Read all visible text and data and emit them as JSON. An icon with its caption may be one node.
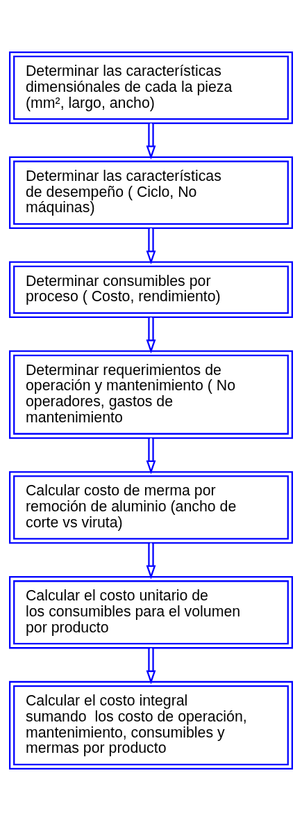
{
  "diagram": {
    "nodes": [
      {
        "text": [
          "Determinar las características dimensiónales de cada la pieza (mm², largo, ancho)"
        ]
      },
      {
        "text": [
          "Determinar las características de desempeño ( Ciclo, No máquinas)"
        ]
      },
      {
        "text": [
          "Determinar consumibles por proceso ( Costo, rendimiento)"
        ]
      },
      {
        "text": [
          "Determinar requerimientos de operación y mantenimiento ( No operadores, gastos de mantenimiento"
        ]
      },
      {
        "text": [
          "Calcular costo de merma por remoción de aluminio (ancho de corte vs viruta)"
        ]
      },
      {
        "text": [
          "Calcular el costo unitario de los consumibles para el volumen por producto"
        ]
      },
      {
        "text": [
          "Calcular el costo integral sumando  los costo de operación, mantenimiento, consumibles y mermas por producto"
        ]
      }
    ],
    "edges": [
      {
        "from": 0,
        "to": 1,
        "arrow": "to"
      },
      {
        "from": 1,
        "to": 2,
        "arrow": "to"
      },
      {
        "from": 2,
        "to": 3,
        "arrow": "to"
      },
      {
        "from": 3,
        "to": 4,
        "arrow": "to"
      },
      {
        "from": 4,
        "to": 5,
        "arrow": "to"
      },
      {
        "from": 5,
        "to": 6,
        "arrow": "to"
      }
    ]
  }
}
